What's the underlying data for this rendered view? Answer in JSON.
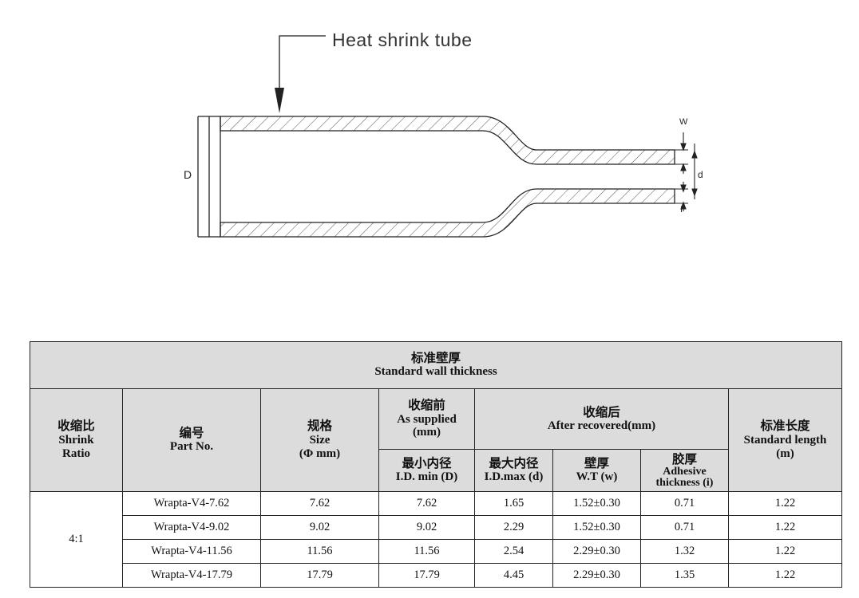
{
  "diagram": {
    "callout_label": "Heat shrink tube",
    "dim_D": "D",
    "dim_w": "W",
    "dim_d": "d",
    "dim_i": "I"
  },
  "table": {
    "title_zh": "标准壁厚",
    "title_en": "Standard wall thickness",
    "headers": {
      "ratio_zh": "收缩比",
      "ratio_en1": "Shrink",
      "ratio_en2": "Ratio",
      "part_zh": "编号",
      "part_en": "Part No.",
      "size_zh": "规格",
      "size_en": "Size",
      "size_unit": "(Φ mm)",
      "supplied_zh": "收缩前",
      "supplied_en1": "As supplied",
      "supplied_en2": "(mm)",
      "recovered_zh": "收缩后",
      "recovered_en": "After recovered(mm)",
      "length_zh": "标准长度",
      "length_en": "Standard length",
      "length_unit": "(m)",
      "idmin_zh": "最小内径",
      "idmin_en": "I.D. min (D)",
      "idmax_zh": "最大内径",
      "idmax_en": "I.D.max (d)",
      "wt_zh": "壁厚",
      "wt_en": "W.T (w)",
      "adh_zh": "胶厚",
      "adh_en1": "Adhesive",
      "adh_en2": "thickness (i)"
    },
    "ratio_value": "4:1",
    "rows": [
      {
        "part": "Wrapta-V4-7.62",
        "size": "7.62",
        "id_min": "7.62",
        "id_max": "1.65",
        "wt": "1.52±0.30",
        "adhesive": "0.71",
        "length": "1.22"
      },
      {
        "part": "Wrapta-V4-9.02",
        "size": "9.02",
        "id_min": "9.02",
        "id_max": "2.29",
        "wt": "1.52±0.30",
        "adhesive": "0.71",
        "length": "1.22"
      },
      {
        "part": "Wrapta-V4-11.56",
        "size": "11.56",
        "id_min": "11.56",
        "id_max": "2.54",
        "wt": "2.29±0.30",
        "adhesive": "1.32",
        "length": "1.22"
      },
      {
        "part": "Wrapta-V4-17.79",
        "size": "17.79",
        "id_min": "17.79",
        "id_max": "4.45",
        "wt": "2.29±0.30",
        "adhesive": "1.35",
        "length": "1.22"
      }
    ]
  }
}
